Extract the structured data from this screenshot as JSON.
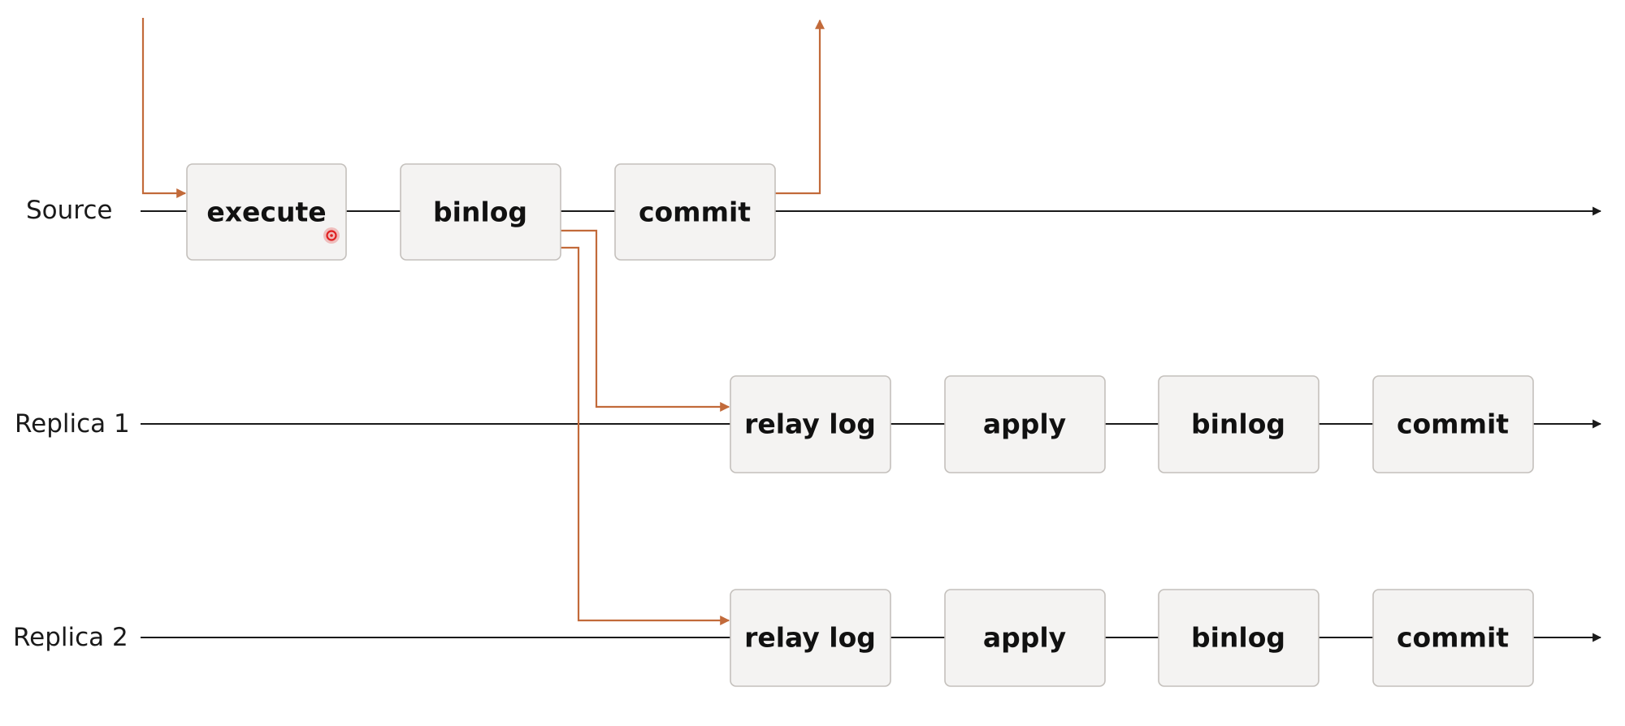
{
  "lanes": [
    {
      "id": "source",
      "label": "Source",
      "steps": [
        "execute",
        "binlog",
        "commit"
      ]
    },
    {
      "id": "replica-1",
      "label": "Replica 1",
      "steps": [
        "relay log",
        "apply",
        "binlog",
        "commit"
      ]
    },
    {
      "id": "replica-2",
      "label": "Replica 2",
      "steps": [
        "relay log",
        "apply",
        "binlog",
        "commit"
      ]
    }
  ],
  "colors": {
    "flow_arrow": "#c26a3a",
    "timeline": "#1a1a1a",
    "box_fill": "#f4f3f2",
    "box_border": "#c4c0bc",
    "cursor_marker": "#e02020"
  }
}
